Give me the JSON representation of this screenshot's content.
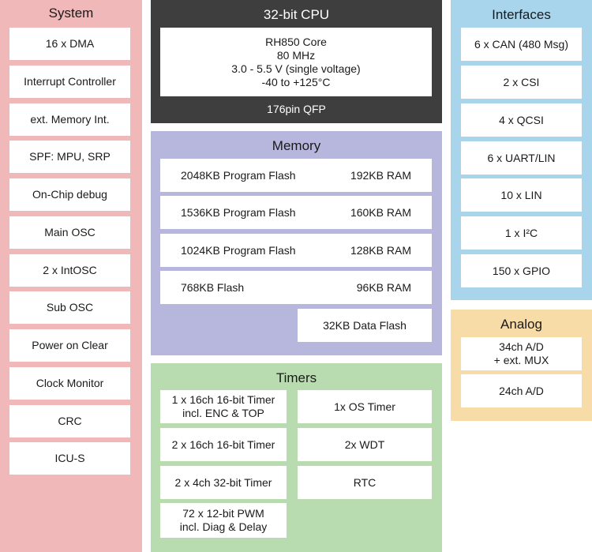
{
  "system": {
    "title": "System",
    "items": [
      "16 x DMA",
      "Interrupt Controller",
      "ext. Memory Int.",
      "SPF: MPU, SRP",
      "On-Chip debug",
      "Main OSC",
      "2 x IntOSC",
      "Sub OSC",
      "Power on Clear",
      "Clock Monitor",
      "CRC",
      "ICU-S"
    ]
  },
  "cpu": {
    "title": "32-bit CPU",
    "lines": [
      "RH850 Core",
      "80 MHz",
      "3.0 - 5.5 V (single voltage)",
      "-40 to +125°C"
    ],
    "package": "176pin QFP"
  },
  "memory": {
    "title": "Memory",
    "rows": [
      {
        "flash": "2048KB Program Flash",
        "ram": "192KB RAM"
      },
      {
        "flash": "1536KB Program Flash",
        "ram": "160KB RAM"
      },
      {
        "flash": "1024KB Program Flash",
        "ram": "128KB RAM"
      },
      {
        "flash": "768KB Flash",
        "ram": "96KB RAM"
      }
    ],
    "data_flash": "32KB Data Flash"
  },
  "timers": {
    "title": "Timers",
    "left": [
      [
        "1 x 16ch 16-bit Timer",
        "incl. ENC & TOP"
      ],
      [
        "2 x 16ch 16-bit Timer"
      ],
      [
        "2 x 4ch 32-bit Timer"
      ],
      [
        "72 x 12-bit PWM",
        "incl. Diag & Delay"
      ]
    ],
    "right": [
      "1x OS Timer",
      "2x WDT",
      "RTC"
    ]
  },
  "interfaces": {
    "title": "Interfaces",
    "items": [
      "6 x CAN (480 Msg)",
      "2 x CSI",
      "4 x QCSI",
      "6 x UART/LIN",
      "10 x LIN",
      "1 x I²C",
      "150 x GPIO"
    ]
  },
  "analog": {
    "title": "Analog",
    "items": [
      [
        "34ch A/D",
        "+ ext. MUX"
      ],
      [
        "24ch A/D"
      ]
    ]
  }
}
